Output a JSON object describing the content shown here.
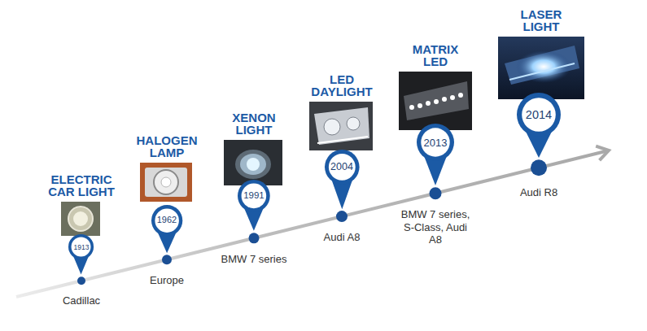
{
  "diagram": {
    "nodes": [
      {
        "text": [
          "1913"
        ]
      },
      {
        "text": [
          "1962"
        ]
      },
      {
        "text": [
          "1991"
        ]
      },
      {
        "text": [
          "2004"
        ]
      },
      {
        "text": [
          "2013"
        ]
      },
      {
        "text": [
          "2014"
        ]
      }
    ],
    "labels": [
      "ELECTRIC CAR LIGHT",
      "Cadillac",
      "HALOGEN LAMP",
      "Europe",
      "XENON LIGHT",
      "BMW 7 series",
      "LED DAYLIGHT",
      "Audi A8",
      "MATRIX LED",
      "BMW 7 series, S-Class, Audi A8",
      "LASER LIGHT",
      "Audi R8"
    ]
  }
}
